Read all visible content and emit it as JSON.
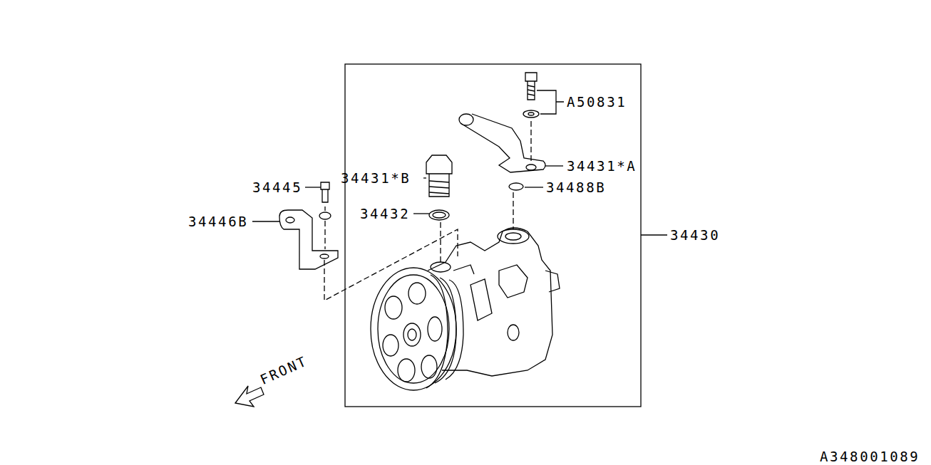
{
  "diagram": {
    "labels": [
      "34445",
      "34446B",
      "34431*B",
      "34432",
      "A50831",
      "34431*A",
      "34488B",
      "34430",
      "FRONT",
      "A348001089"
    ]
  }
}
